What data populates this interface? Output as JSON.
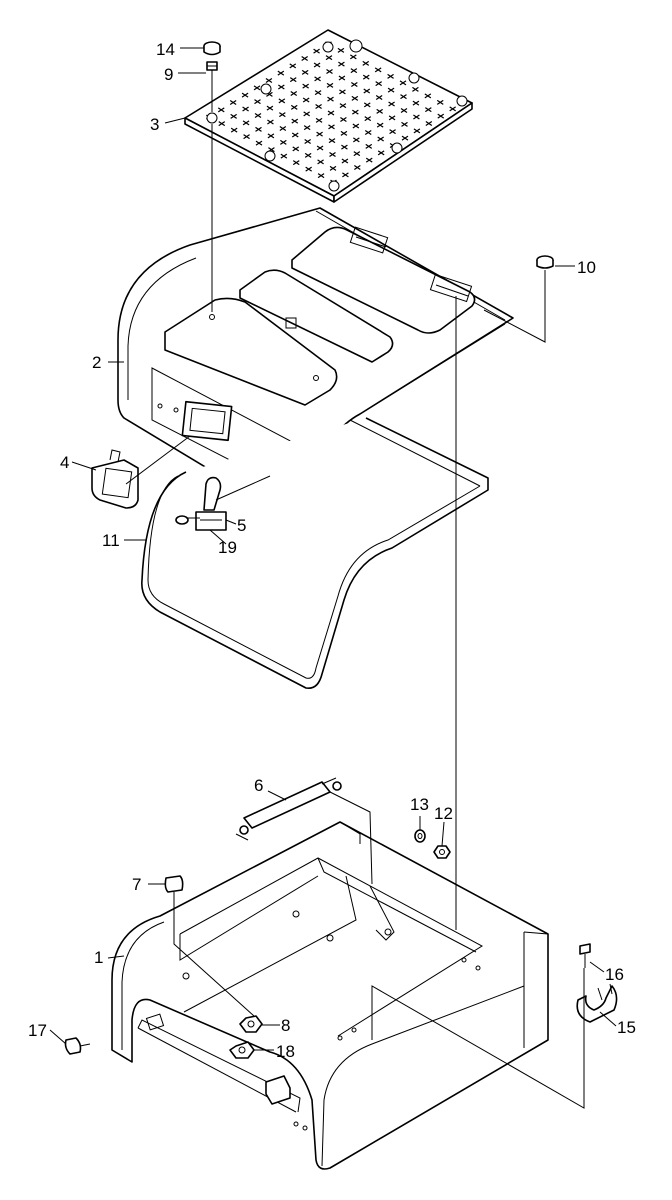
{
  "callouts": [
    {
      "id": "14",
      "text": "14"
    },
    {
      "id": "9",
      "text": "9"
    },
    {
      "id": "3",
      "text": "3"
    },
    {
      "id": "10",
      "text": "10"
    },
    {
      "id": "2",
      "text": "2"
    },
    {
      "id": "4",
      "text": "4"
    },
    {
      "id": "5",
      "text": "5"
    },
    {
      "id": "19",
      "text": "19"
    },
    {
      "id": "11",
      "text": "11"
    },
    {
      "id": "6",
      "text": "6"
    },
    {
      "id": "13",
      "text": "13"
    },
    {
      "id": "12",
      "text": "12"
    },
    {
      "id": "7",
      "text": "7"
    },
    {
      "id": "1",
      "text": "1"
    },
    {
      "id": "8",
      "text": "8"
    },
    {
      "id": "16",
      "text": "16"
    },
    {
      "id": "15",
      "text": "15"
    },
    {
      "id": "17",
      "text": "17"
    },
    {
      "id": "18",
      "text": "18"
    }
  ]
}
